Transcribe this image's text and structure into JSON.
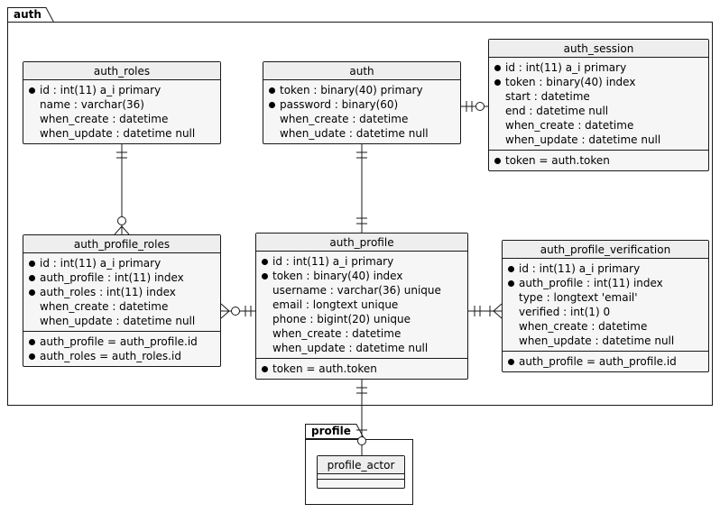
{
  "diagram": {
    "packages": {
      "auth": {
        "label": "auth"
      },
      "profile": {
        "label": "profile"
      }
    },
    "entities": {
      "auth_roles": {
        "title": "auth_roles",
        "fields": [
          {
            "key": true,
            "text": "id : int(11) a_i primary"
          },
          {
            "key": false,
            "text": "name : varchar(36)"
          },
          {
            "key": false,
            "text": "when_create : datetime"
          },
          {
            "key": false,
            "text": "when_update : datetime null"
          }
        ],
        "constraints": []
      },
      "auth": {
        "title": "auth",
        "fields": [
          {
            "key": true,
            "text": "token : binary(40) primary"
          },
          {
            "key": true,
            "text": "password : binary(60)"
          },
          {
            "key": false,
            "text": "when_create : datetime"
          },
          {
            "key": false,
            "text": "when_udate : datetime null"
          }
        ],
        "constraints": []
      },
      "auth_session": {
        "title": "auth_session",
        "fields": [
          {
            "key": true,
            "text": "id : int(11) a_i primary"
          },
          {
            "key": true,
            "text": "token : binary(40) index"
          },
          {
            "key": false,
            "text": "start : datetime"
          },
          {
            "key": false,
            "text": "end : datetime null"
          },
          {
            "key": false,
            "text": "when_create : datetime"
          },
          {
            "key": false,
            "text": "when_update : datetime null"
          }
        ],
        "constraints": [
          {
            "key": true,
            "text": "token = auth.token"
          }
        ]
      },
      "auth_profile_roles": {
        "title": "auth_profile_roles",
        "fields": [
          {
            "key": true,
            "text": "id : int(11) a_i primary"
          },
          {
            "key": true,
            "text": "auth_profile : int(11) index"
          },
          {
            "key": true,
            "text": "auth_roles : int(11) index"
          },
          {
            "key": false,
            "text": "when_create : datetime"
          },
          {
            "key": false,
            "text": "when_update : datetime null"
          }
        ],
        "constraints": [
          {
            "key": true,
            "text": "auth_profile = auth_profile.id"
          },
          {
            "key": true,
            "text": "auth_roles = auth_roles.id"
          }
        ]
      },
      "auth_profile": {
        "title": "auth_profile",
        "fields": [
          {
            "key": true,
            "text": "id : int(11) a_i primary"
          },
          {
            "key": true,
            "text": "token : binary(40) index"
          },
          {
            "key": false,
            "text": "username : varchar(36) unique"
          },
          {
            "key": false,
            "text": "email : longtext unique"
          },
          {
            "key": false,
            "text": "phone : bigint(20) unique"
          },
          {
            "key": false,
            "text": "when_create : datetime"
          },
          {
            "key": false,
            "text": "when_update : datetime null"
          }
        ],
        "constraints": [
          {
            "key": true,
            "text": "token = auth.token"
          }
        ]
      },
      "auth_profile_verification": {
        "title": "auth_profile_verification",
        "fields": [
          {
            "key": true,
            "text": "id : int(11) a_i primary"
          },
          {
            "key": true,
            "text": "auth_profile : int(11) index"
          },
          {
            "key": false,
            "text": "type : longtext 'email'"
          },
          {
            "key": false,
            "text": "verified : int(1) 0"
          },
          {
            "key": false,
            "text": "when_create : datetime"
          },
          {
            "key": false,
            "text": "when_update : datetime null"
          }
        ],
        "constraints": [
          {
            "key": true,
            "text": "auth_profile = auth_profile.id"
          }
        ]
      },
      "profile_actor": {
        "title": "profile_actor",
        "fields": [],
        "constraints": []
      }
    },
    "relations": [
      {
        "from": "auth_roles",
        "to": "auth_profile_roles",
        "notation": "||--o{"
      },
      {
        "from": "auth",
        "to": "auth_profile",
        "notation": "||--||"
      },
      {
        "from": "auth",
        "to": "auth_session",
        "notation": "||--o|"
      },
      {
        "from": "auth_profile_roles",
        "to": "auth_profile",
        "notation": "}o--||"
      },
      {
        "from": "auth_profile",
        "to": "auth_profile_verification",
        "notation": "||--|{"
      },
      {
        "from": "auth_profile",
        "to": "profile_actor",
        "notation": "||--o|"
      }
    ]
  }
}
